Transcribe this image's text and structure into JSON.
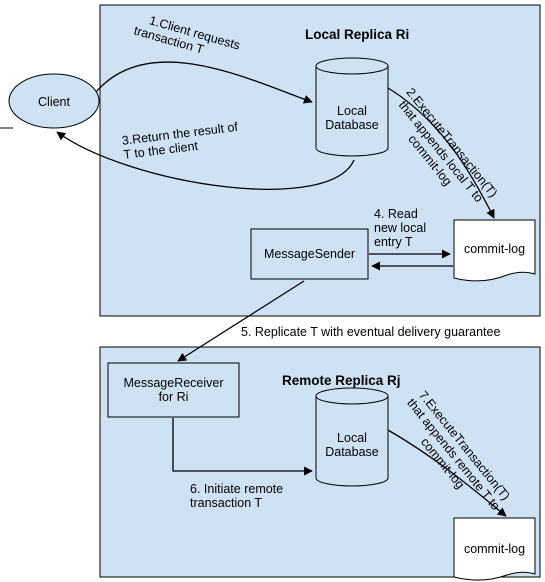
{
  "local_replica": {
    "title": "Local Replica Ri",
    "client_label": "Client",
    "local_db": [
      "Local",
      "Database"
    ],
    "message_sender": "MessageSender",
    "commit_log": "commit-log",
    "step1": [
      "1.Client requests",
      "transaction T"
    ],
    "step2": [
      "2.ExecuteTransaction(T)",
      "that appends local T to",
      "commit-log"
    ],
    "step3": [
      "3.Return the result of",
      "T to the client"
    ],
    "step4": [
      "4. Read",
      "new local",
      "entry T"
    ]
  },
  "replication": {
    "step5": "5. Replicate T with eventual delivery guarantee"
  },
  "remote_replica": {
    "title": "Remote Replica Rj",
    "message_receiver": [
      "MessageReceiver",
      "for Ri"
    ],
    "local_db": [
      "Local",
      "Database"
    ],
    "commit_log": "commit-log",
    "step6": [
      "6. Initiate remote",
      "transaction  T"
    ],
    "step7": [
      "7.ExecuteTransaction(T)",
      "that appends remote T to",
      "commit-log"
    ]
  },
  "colors": {
    "panel_fill": "#cfe2f3",
    "box_fill": "#cfe2f3",
    "stroke": "#000000"
  }
}
